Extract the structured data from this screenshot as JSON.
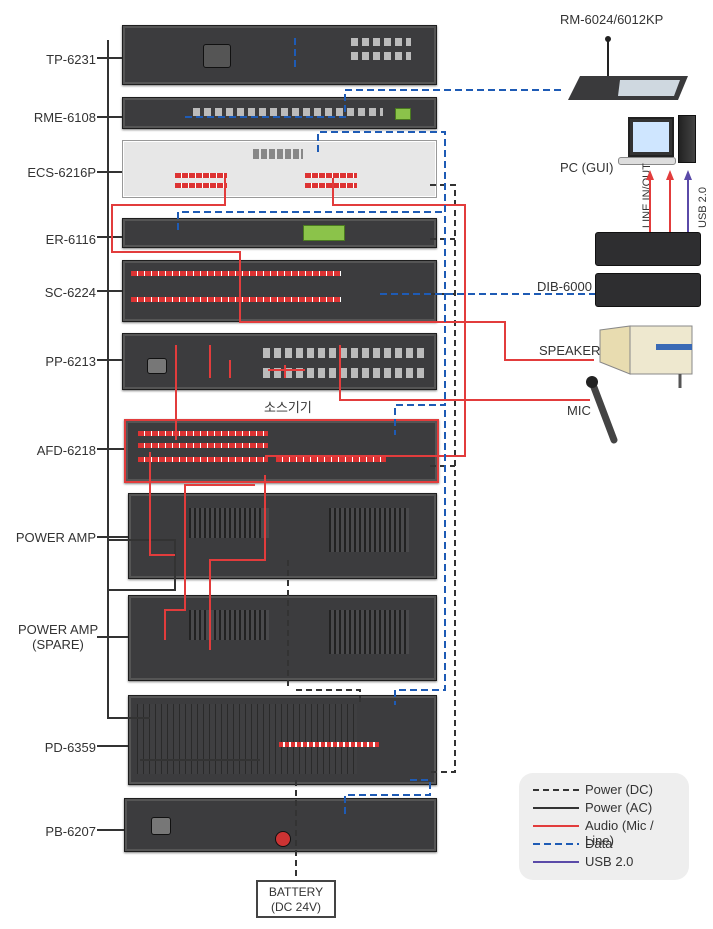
{
  "rack_labels": {
    "tp": "TP-6231",
    "rme": "RME-6108",
    "ecs": "ECS-6216P",
    "er": "ER-6116",
    "sc": "SC-6224",
    "pp": "PP-6213",
    "afd": "AFD-6218",
    "amp": "POWER AMP",
    "amp_spare_1": "POWER AMP",
    "amp_spare_2": "(SPARE)",
    "pd": "PD-6359",
    "pb": "PB-6207"
  },
  "peripherals": {
    "rm": "RM-6024/6012KP",
    "pc": "PC (GUI)",
    "line_inout": "LINE IN/OUT",
    "usb": "USB 2.0",
    "dib": "DIB-6000",
    "speaker": "SPEAKER",
    "mic": "MIC",
    "source": "소스기기"
  },
  "battery": {
    "line1": "BATTERY",
    "line2": "(DC 24V)"
  },
  "legend": [
    {
      "label": "Power (DC)",
      "style": "dc",
      "color": "#333333"
    },
    {
      "label": "Power (AC)",
      "style": "ac",
      "color": "#333333"
    },
    {
      "label": "Audio (Mic / Line)",
      "style": "audio",
      "color": "#e23c3c"
    },
    {
      "label": "Data",
      "style": "data",
      "color": "#1e5bb5"
    },
    {
      "label": "USB 2.0",
      "style": "usb",
      "color": "#5a4aa8"
    }
  ]
}
